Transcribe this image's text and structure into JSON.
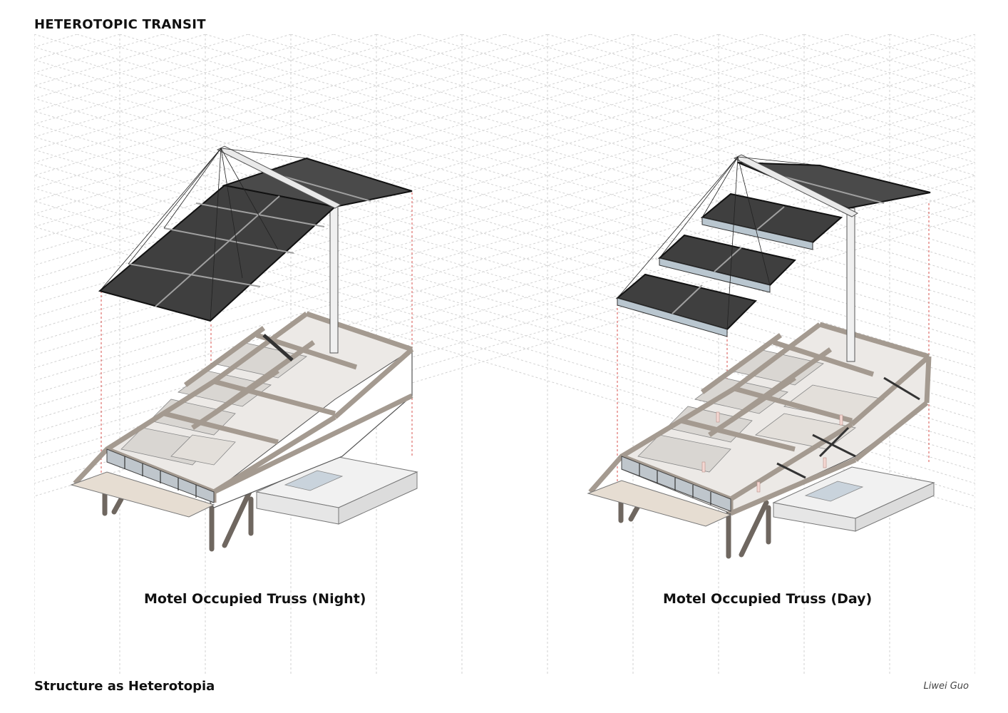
{
  "header": {
    "title": "HETEROTOPIC TRANSIT"
  },
  "footer": {
    "subtitle": "Structure as Heterotopia",
    "author": "Liwei Guo"
  },
  "drawings": [
    {
      "caption": "Motel Occupied Truss (Night)"
    },
    {
      "caption": "Motel Occupied Truss (Day)"
    }
  ],
  "colors": {
    "roof": "#4a4a4a",
    "truss": "#cfc6bc",
    "grid": "#d2d2d2",
    "guide": "#d9534f"
  }
}
